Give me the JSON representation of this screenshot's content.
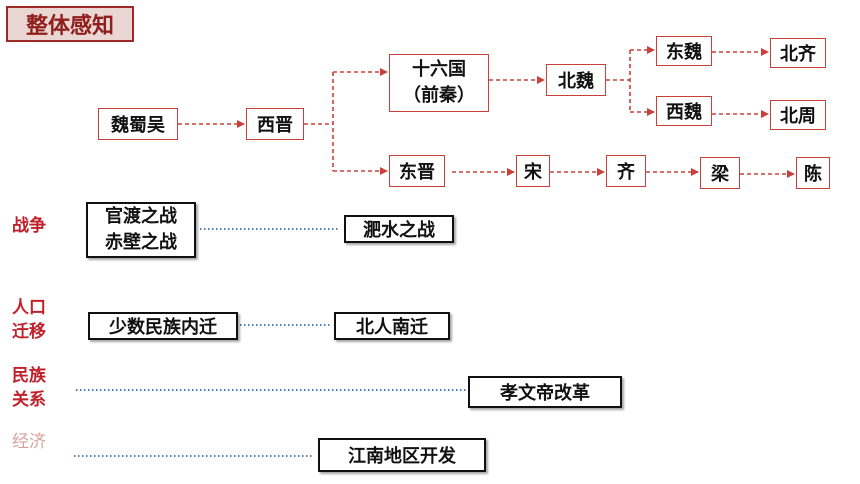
{
  "header": {
    "title": "整体感知"
  },
  "nodes": {
    "weishuwu": "魏蜀吴",
    "xijin": "西晋",
    "shiliuguo_line1": "十六国",
    "shiliuguo_line2": "（前秦）",
    "beiwei": "北魏",
    "dongwei": "东魏",
    "xiwei": "西魏",
    "beiqi": "北齐",
    "beizhou": "北周",
    "dongjin": "东晋",
    "song": "宋",
    "qi": "齐",
    "liang": "梁",
    "chen": "陈"
  },
  "categories": {
    "war": "战争",
    "migration_line1": "人口",
    "migration_line2": "迁移",
    "ethnic_line1": "民族",
    "ethnic_line2": "关系",
    "economy": "经济"
  },
  "events": {
    "guandu": "官渡之战",
    "chibi": "赤壁之战",
    "feishui": "淝水之战",
    "minority_migration": "少数民族内迁",
    "north_south_migration": "北人南迁",
    "xiaowen_reform": "孝文帝改革",
    "jiangnan_development": "江南地区开发"
  },
  "colors": {
    "accent": "#c8403a",
    "dotted_line": "#4a7fc0",
    "title_bg": "#ead7d3"
  }
}
